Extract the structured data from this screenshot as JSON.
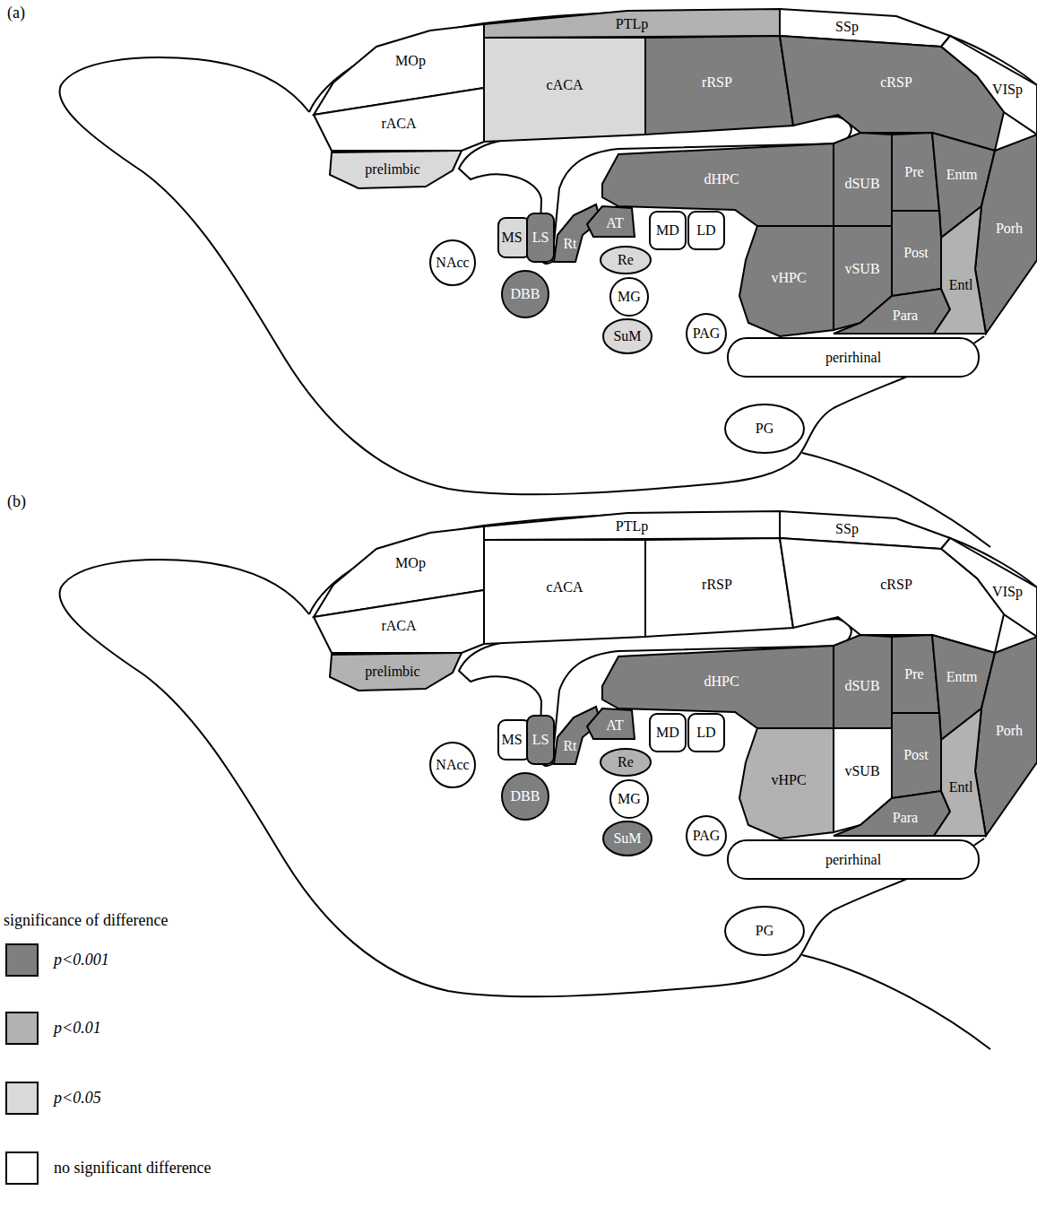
{
  "diagram": {
    "nodes": [
      {
        "text": [
          "MOp"
        ]
      },
      {
        "text": [
          "PTLp"
        ]
      },
      {
        "text": [
          "SSp"
        ]
      },
      {
        "text": [
          "VISp"
        ]
      },
      {
        "text": [
          "rACA"
        ]
      },
      {
        "text": [
          "cACA"
        ]
      },
      {
        "text": [
          "rRSP"
        ]
      },
      {
        "text": [
          "cRSP"
        ]
      },
      {
        "text": [
          "prelimbic"
        ]
      },
      {
        "text": [
          "dHPC"
        ]
      },
      {
        "text": [
          "dSUB"
        ]
      },
      {
        "text": [
          "Pre"
        ]
      },
      {
        "text": [
          "Entm"
        ]
      },
      {
        "text": [
          "Post"
        ]
      },
      {
        "text": [
          "Porh"
        ]
      },
      {
        "text": [
          "vHPC"
        ]
      },
      {
        "text": [
          "vSUB"
        ]
      },
      {
        "text": [
          "Para"
        ]
      },
      {
        "text": [
          "Entl"
        ]
      },
      {
        "text": [
          "perirhinal"
        ]
      },
      {
        "text": [
          "MS"
        ]
      },
      {
        "text": [
          "LS"
        ]
      },
      {
        "text": [
          "Rt"
        ]
      },
      {
        "text": [
          "AT"
        ]
      },
      {
        "text": [
          "MD"
        ]
      },
      {
        "text": [
          "LD"
        ]
      },
      {
        "text": [
          "Re"
        ]
      },
      {
        "text": [
          "NAcc"
        ]
      },
      {
        "text": [
          "DBB"
        ]
      },
      {
        "text": [
          "MG"
        ]
      },
      {
        "text": [
          "SuM"
        ]
      },
      {
        "text": [
          "PAG"
        ]
      },
      {
        "text": [
          "PG"
        ]
      },
      {
        "text": [
          "MOp"
        ]
      },
      {
        "text": [
          "PTLp"
        ]
      },
      {
        "text": [
          "SSp"
        ]
      },
      {
        "text": [
          "VISp"
        ]
      },
      {
        "text": [
          "rACA"
        ]
      },
      {
        "text": [
          "cACA"
        ]
      },
      {
        "text": [
          "rRSP"
        ]
      },
      {
        "text": [
          "cRSP"
        ]
      },
      {
        "text": [
          "prelimbic"
        ]
      },
      {
        "text": [
          "dHPC"
        ]
      },
      {
        "text": [
          "dSUB"
        ]
      },
      {
        "text": [
          "Pre"
        ]
      },
      {
        "text": [
          "Entm"
        ]
      },
      {
        "text": [
          "Post"
        ]
      },
      {
        "text": [
          "Porh"
        ]
      },
      {
        "text": [
          "vHPC"
        ]
      },
      {
        "text": [
          "vSUB"
        ]
      },
      {
        "text": [
          "Para"
        ]
      },
      {
        "text": [
          "Entl"
        ]
      },
      {
        "text": [
          "perirhinal"
        ]
      },
      {
        "text": [
          "MS"
        ]
      },
      {
        "text": [
          "LS"
        ]
      },
      {
        "text": [
          "Rt"
        ]
      },
      {
        "text": [
          "AT"
        ]
      },
      {
        "text": [
          "MD"
        ]
      },
      {
        "text": [
          "LD"
        ]
      },
      {
        "text": [
          "Re"
        ]
      },
      {
        "text": [
          "NAcc"
        ]
      },
      {
        "text": [
          "DBB"
        ]
      },
      {
        "text": [
          "MG"
        ]
      },
      {
        "text": [
          "SuM"
        ]
      },
      {
        "text": [
          "PAG"
        ]
      },
      {
        "text": [
          "PG"
        ]
      }
    ],
    "labels": [
      "(a)",
      "(b)",
      "significance of difference"
    ],
    "legend": [
      {
        "text": "p<0.001",
        "color": "#7f7f7f"
      },
      {
        "text": "p<0.01",
        "color": "#b2b2b2"
      },
      {
        "text": "p<0.05",
        "color": "#d9d9d9"
      },
      {
        "text": "no significant difference",
        "color": "#ffffff"
      }
    ]
  }
}
